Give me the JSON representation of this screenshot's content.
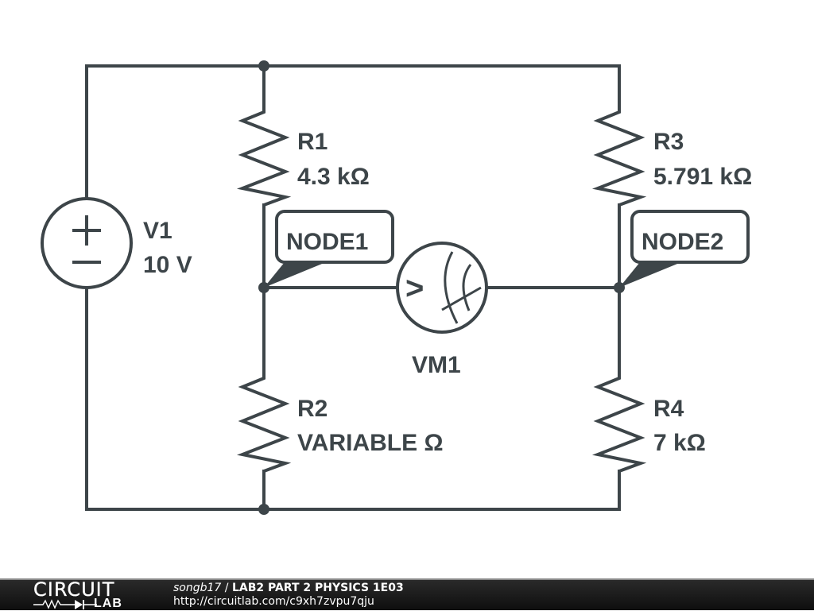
{
  "schematic": {
    "components": [
      {
        "id": "V1",
        "type": "voltage-source",
        "name": "V1",
        "value": "10 V"
      },
      {
        "id": "R1",
        "type": "resistor",
        "name": "R1",
        "value": "4.3 kΩ"
      },
      {
        "id": "R2",
        "type": "resistor",
        "name": "R2",
        "value": "VARIABLE Ω"
      },
      {
        "id": "R3",
        "type": "resistor",
        "name": "R3",
        "value": "5.791 kΩ"
      },
      {
        "id": "R4",
        "type": "resistor",
        "name": "R4",
        "value": "7 kΩ"
      },
      {
        "id": "VM1",
        "type": "voltmeter",
        "name": "VM1"
      }
    ],
    "node_labels": [
      "NODE1",
      "NODE2"
    ],
    "source_symbols": {
      "plus": "+",
      "minus": "−",
      "meter": ">"
    }
  },
  "footer": {
    "logo_top": "CIRCUIT",
    "logo_bottom": "LAB",
    "user": "songb17",
    "separator": " / ",
    "title": "LAB2 PART 2 PHYSICS 1E03",
    "url": "http://circuitlab.com/c9xh7zvpu7qju"
  },
  "colors": {
    "ink": "#3d4549",
    "footer_bg": "#1a1a1a",
    "footer_text": "#ffffff"
  }
}
